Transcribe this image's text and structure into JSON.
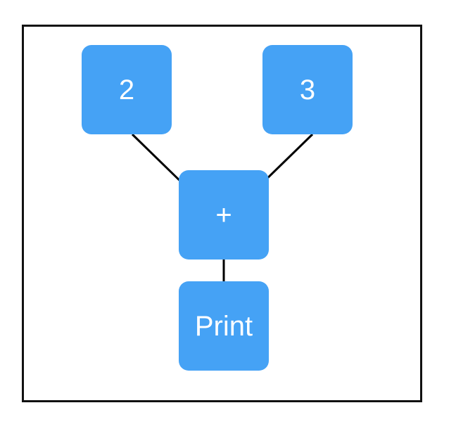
{
  "nodes": {
    "left_input": {
      "label": "2"
    },
    "right_input": {
      "label": "3"
    },
    "operator": {
      "label": "+"
    },
    "output": {
      "label": "Print"
    }
  },
  "edges": [
    {
      "from": "left_input",
      "to": "operator"
    },
    {
      "from": "right_input",
      "to": "operator"
    },
    {
      "from": "operator",
      "to": "output"
    }
  ],
  "colors": {
    "node_fill": "#45A2F5",
    "node_text": "#ffffff",
    "edge": "#000000",
    "frame_border": "#111111"
  }
}
